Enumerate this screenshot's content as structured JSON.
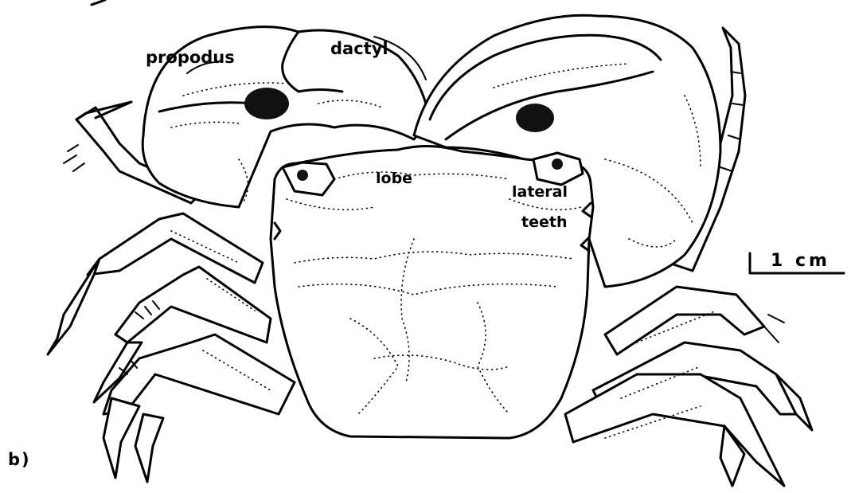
{
  "figure": {
    "panel_label": "b)",
    "labels": {
      "propodus": "propodus",
      "dactyl": "dactyl",
      "lobe": "lobe",
      "lateral": "lateral",
      "teeth": "teeth"
    },
    "scale_bar": {
      "text": "1 cm"
    }
  }
}
